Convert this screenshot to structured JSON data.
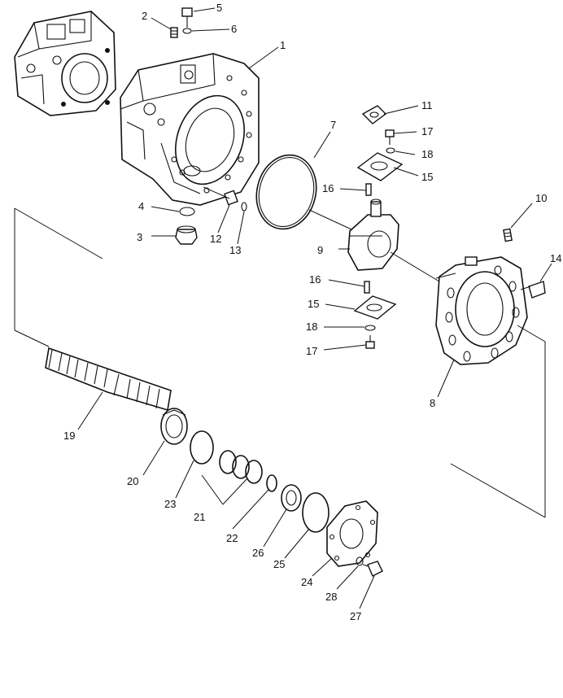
{
  "callouts": {
    "c1": "1",
    "c2": "2",
    "c3": "3",
    "c4": "4",
    "c5": "5",
    "c6": "6",
    "c7": "7",
    "c8": "8",
    "c9": "9",
    "c10": "10",
    "c11": "11",
    "c12": "12",
    "c13": "13",
    "c14": "14",
    "c15a": "15",
    "c15b": "15",
    "c16a": "16",
    "c16b": "16",
    "c17a": "17",
    "c17b": "17",
    "c18a": "18",
    "c18b": "18",
    "c19": "19",
    "c20": "20",
    "c21": "21",
    "c22": "22",
    "c23": "23",
    "c24": "24",
    "c25": "25",
    "c26": "26",
    "c27": "27",
    "c28": "28"
  }
}
